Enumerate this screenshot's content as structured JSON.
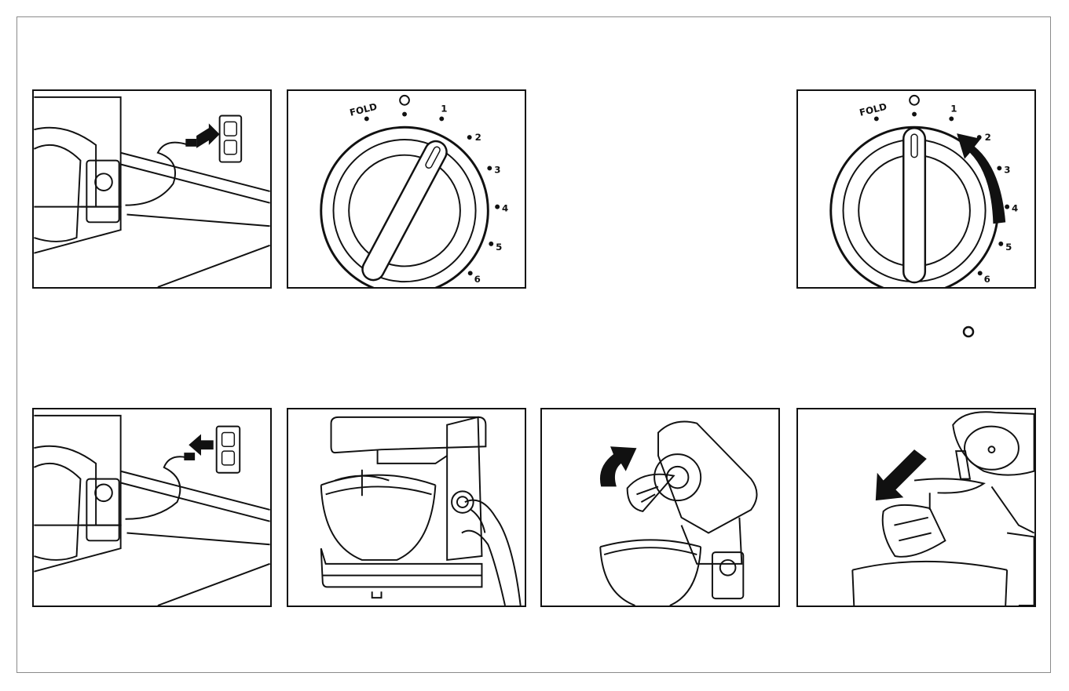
{
  "dial": {
    "fold": "FOLD",
    "speeds": [
      "1",
      "2",
      "3",
      "4",
      "5",
      "6"
    ]
  },
  "colors": {
    "ink": "#111111",
    "frame": "#8a8a8a",
    "paper": "#ffffff"
  }
}
